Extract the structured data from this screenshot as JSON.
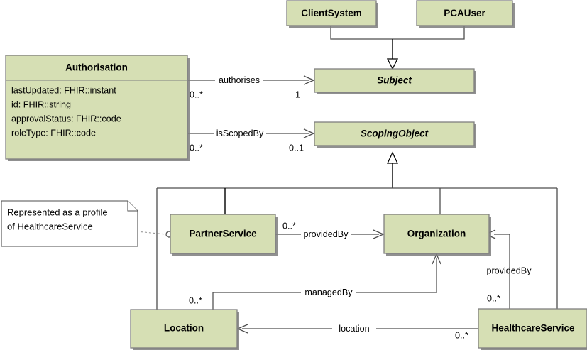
{
  "diagram": {
    "kind": "uml-class-diagram",
    "colors": {
      "class_fill": "#d6dfb4",
      "class_border": "#7f7f7f",
      "note_fill": "#ffffff",
      "line": "#4d4d4d",
      "generalization": "#000000",
      "background": "#ffffff"
    },
    "classes": [
      {
        "id": "clientsystem",
        "name": "ClientSystem",
        "abstract": false,
        "attributes": []
      },
      {
        "id": "pcauser",
        "name": "PCAUser",
        "abstract": false,
        "attributes": []
      },
      {
        "id": "subject",
        "name": "Subject",
        "abstract": true,
        "attributes": []
      },
      {
        "id": "scopingobject",
        "name": "ScopingObject",
        "abstract": true,
        "attributes": []
      },
      {
        "id": "authorisation",
        "name": "Authorisation",
        "abstract": false,
        "attributes": [
          "lastUpdated: FHIR::instant",
          "id: FHIR::string",
          "approvalStatus: FHIR::code",
          "roleType: FHIR::code"
        ]
      },
      {
        "id": "partnerservice",
        "name": "PartnerService",
        "abstract": false,
        "attributes": []
      },
      {
        "id": "organization",
        "name": "Organization",
        "abstract": false,
        "attributes": []
      },
      {
        "id": "location",
        "name": "Location",
        "abstract": false,
        "attributes": []
      },
      {
        "id": "healthcareservice",
        "name": "HealthcareService",
        "abstract": false,
        "attributes": []
      }
    ],
    "associations": [
      {
        "id": "authorises",
        "label": "authorises",
        "source": "authorisation",
        "target": "subject",
        "source_multiplicity": "0..*",
        "target_multiplicity": "1"
      },
      {
        "id": "isscopedby",
        "label": "isScopedBy",
        "source": "authorisation",
        "target": "scopingobject",
        "source_multiplicity": "0..*",
        "target_multiplicity": "0..1"
      },
      {
        "id": "providedby-partner",
        "label": "providedBy",
        "source": "partnerservice",
        "target": "organization",
        "source_multiplicity": "0..*",
        "target_multiplicity": ""
      },
      {
        "id": "providedby-healthcare",
        "label": "providedBy",
        "source": "healthcareservice",
        "target": "organization",
        "source_multiplicity": "0..*",
        "target_multiplicity": ""
      },
      {
        "id": "managedby",
        "label": "managedBy",
        "source": "location",
        "target": "organization",
        "source_multiplicity": "0..*",
        "target_multiplicity": ""
      },
      {
        "id": "location-assoc",
        "label": "location",
        "source": "healthcareservice",
        "target": "location",
        "source_multiplicity": "0..*",
        "target_multiplicity": ""
      }
    ],
    "generalizations": [
      {
        "id": "gen-subject",
        "subclasses": [
          "clientsystem",
          "pcauser"
        ],
        "superclass": "subject"
      },
      {
        "id": "gen-scopingobject",
        "subclasses": [
          "partnerservice",
          "organization",
          "location",
          "healthcareservice"
        ],
        "superclass": "scopingobject"
      }
    ],
    "notes": [
      {
        "id": "note-partnerservice",
        "line1": "Represented as a profile",
        "line2": "of HealthcareService",
        "attached_to": "partnerservice"
      }
    ]
  }
}
